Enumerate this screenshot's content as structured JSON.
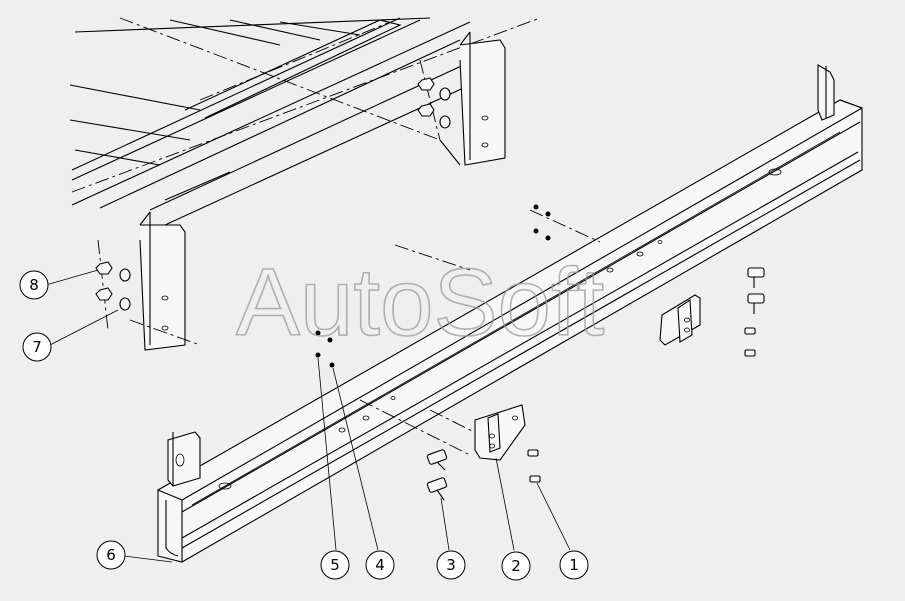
{
  "watermark": "AutoSoft",
  "callouts": [
    {
      "label": "1"
    },
    {
      "label": "2"
    },
    {
      "label": "3"
    },
    {
      "label": "4"
    },
    {
      "label": "5"
    },
    {
      "label": "6"
    },
    {
      "label": "7"
    },
    {
      "label": "8"
    }
  ]
}
